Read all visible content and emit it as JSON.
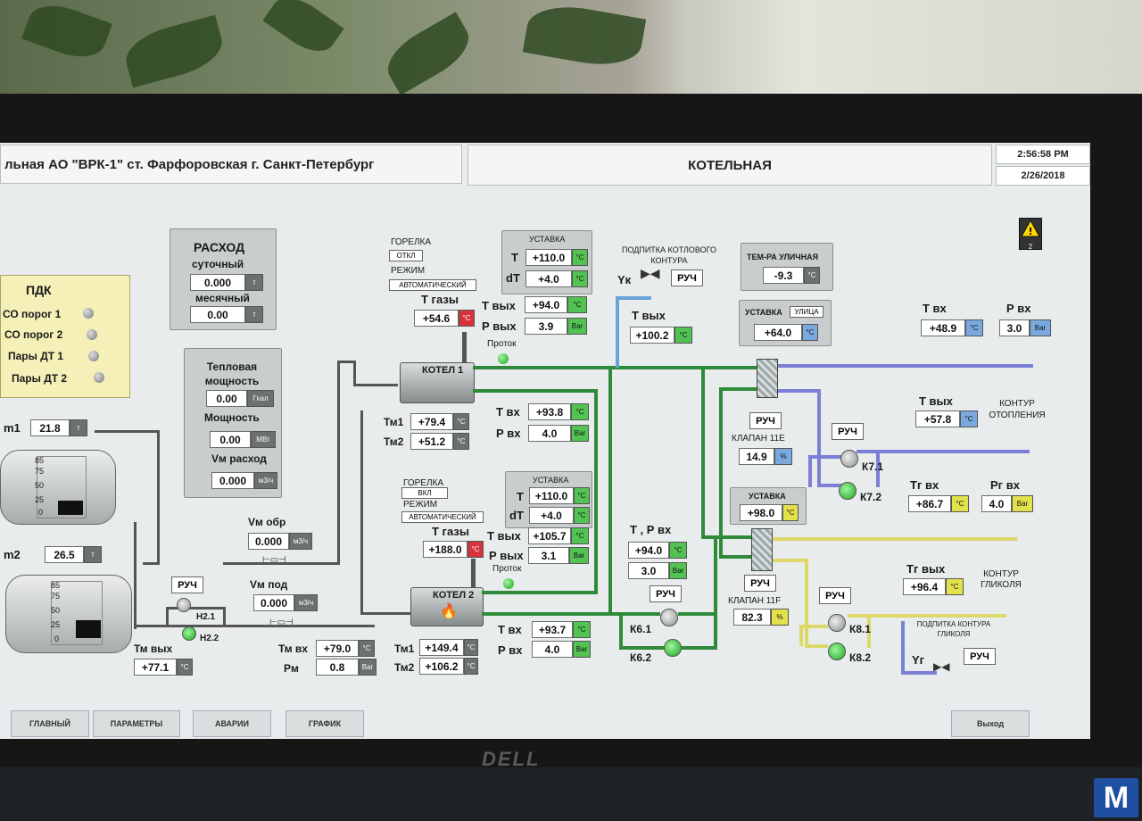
{
  "header": {
    "title_left": "льная АО \"ВРК-1\" ст. Фарфоровская г. Санкт-Петербург",
    "title_center": "КОТЕЛЬНАЯ",
    "time": "2:56:58 PM",
    "date": "2/26/2018",
    "alarm_count": "2"
  },
  "pdk": {
    "title": "ПДК",
    "items": [
      "СО порог 1",
      "СО порог 2",
      "Пары ДТ 1",
      "Пары ДТ 2"
    ]
  },
  "rashod": {
    "title": "РАСХОД",
    "sut_label": "суточный",
    "sut_value": "0.000",
    "sut_unit": "т",
    "mes_label": "месячный",
    "mes_value": "0.00",
    "mes_unit": "т"
  },
  "power": {
    "tep_label": "Тепловая мощность",
    "tep_value": "0.00",
    "tep_unit": "Гкал",
    "mosh_label": "Мощность",
    "mosh_value": "0.00",
    "mosh_unit": "МВт",
    "vm_label": "Vм расход",
    "vm_value": "0.000",
    "vm_unit": "м3/ч"
  },
  "tanks": {
    "m1_label": "m1",
    "m1_value": "21.8",
    "m1_unit": "т",
    "m2_label": "m2",
    "m2_value": "26.5",
    "m2_unit": "т",
    "scale": [
      "85",
      "75",
      "50",
      "25",
      "0"
    ]
  },
  "left_flow": {
    "vm_obr_label": "Vм обр",
    "vm_obr_value": "0.000",
    "vm_obr_unit": "м3/ч",
    "vm_pod_label": "Vм под",
    "vm_pod_value": "0.000",
    "vm_pod_unit": "м3/ч",
    "h21": "Н2.1",
    "h22": "Н2.2",
    "ruch": "РУЧ",
    "tm_vyh_label": "Тм вых",
    "tm_vyh_value": "+77.1",
    "tm_vyh_unit": "°C",
    "tm_vh_label": "Тм вх",
    "tm_vh_value": "+79.0",
    "tm_vh_unit": "°C",
    "pm_label": "Рм",
    "pm_value": "0.8",
    "pm_unit": "Bar"
  },
  "boiler1": {
    "gorelka_label": "ГОРЕЛКА",
    "gorelka_state": "откл",
    "rezhim_label": "РЕЖИМ",
    "rezhim_state": "автоматический",
    "t_gazy_label": "Т газы",
    "t_gazy_value": "+54.6",
    "t_gazy_unit": "°C",
    "protok_label": "Проток",
    "name": "КОТЕЛ 1",
    "tm1_label": "Тм1",
    "tm1_value": "+79.4",
    "tm1_unit": "°C",
    "tm2_label": "Тм2",
    "tm2_value": "+51.2",
    "tm2_unit": "°C",
    "ustavka_title": "УСТАВКА",
    "ust_t_label": "Т",
    "ust_t_value": "+110.0",
    "ust_t_unit": "°C",
    "ust_dt_label": "dT",
    "ust_dt_value": "+4.0",
    "ust_dt_unit": "°C",
    "t_vyh_label": "Т вых",
    "t_vyh_value": "+94.0",
    "t_vyh_unit": "°C",
    "p_vyh_label": "Р вых",
    "p_vyh_value": "3.9",
    "p_vyh_unit": "Bar",
    "t_vh_label": "Т вх",
    "t_vh_value": "+93.8",
    "t_vh_unit": "°C",
    "p_vh_label": "Р вх",
    "p_vh_value": "4.0",
    "p_vh_unit": "Bar"
  },
  "boiler2": {
    "gorelka_label": "ГОРЕЛКА",
    "gorelka_state": "вкл",
    "rezhim_label": "РЕЖИМ",
    "rezhim_state": "автоматический",
    "t_gazy_label": "Т газы",
    "t_gazy_value": "+188.0",
    "t_gazy_unit": "°C",
    "protok_label": "Проток",
    "name": "КОТЕЛ 2",
    "tm1_label": "Тм1",
    "tm1_value": "+149.4",
    "tm1_unit": "°C",
    "tm2_label": "Тм2",
    "tm2_value": "+106.2",
    "tm2_unit": "°C",
    "ustavka_title": "УСТАВКА",
    "ust_t_label": "Т",
    "ust_t_value": "+110.0",
    "ust_t_unit": "°C",
    "ust_dt_label": "dT",
    "ust_dt_value": "+4.0",
    "ust_dt_unit": "°C",
    "t_vyh_label": "Т вых",
    "t_vyh_value": "+105.7",
    "t_vyh_unit": "°C",
    "p_vyh_label": "Р вых",
    "p_vyh_value": "3.1",
    "p_vyh_unit": "Bar",
    "t_vh_label": "Т вх",
    "t_vh_value": "+93.7",
    "t_vh_unit": "°C",
    "p_vh_label": "Р вх",
    "p_vh_value": "4.0",
    "p_vh_unit": "Bar"
  },
  "podpitka_kotl": {
    "title": "ПОДПИТКА КОТЛОВОГО КОНТУРА",
    "yk": "Yк",
    "ruch": "РУЧ",
    "t_vyh_label": "Т вых",
    "t_vyh_value": "+100.2",
    "t_vyh_unit": "°C"
  },
  "outdoor": {
    "title": "ТЕМ-РА УЛИЧНАЯ",
    "value": "-9.3",
    "unit": "°C",
    "ust_title": "УСТАВКА",
    "ust_tag": "улица",
    "ust_value": "+64.0",
    "ust_unit": "°C"
  },
  "center": {
    "tp_label": "Т , Р вх",
    "tp_t_value": "+94.0",
    "tp_t_unit": "°C",
    "tp_p_value": "3.0",
    "tp_p_unit": "Bar",
    "ruch": "РУЧ",
    "k61": "К6.1",
    "k62": "К6.2"
  },
  "klapan11e": {
    "ruch": "РУЧ",
    "title": "КЛАПАН 11Е",
    "value": "14.9",
    "unit": "%",
    "ust_title": "УСТАВКА",
    "ust_value": "+98.0",
    "ust_unit": "°C"
  },
  "klapan11f": {
    "ruch": "РУЧ",
    "title": "КЛАПАН 11F",
    "value": "82.3",
    "unit": "%"
  },
  "heating": {
    "t_vh_label": "Т вх",
    "t_vh_value": "+48.9",
    "t_vh_unit": "°C",
    "p_vh_label": "Р вх",
    "p_vh_value": "3.0",
    "p_vh_unit": "Bar",
    "t_vyh_label": "Т вых",
    "t_vyh_value": "+57.8",
    "t_vyh_unit": "°C",
    "kontur_label": "КОНТУР ОТОПЛЕНИЯ",
    "ruch": "РУЧ",
    "k71": "К7.1",
    "k72": "К7.2"
  },
  "glycol": {
    "tg_vh_label": "Тг вх",
    "tg_vh_value": "+86.7",
    "tg_vh_unit": "°C",
    "pg_vh_label": "Рг вх",
    "pg_vh_value": "4.0",
    "pg_vh_unit": "Bar",
    "tg_vyh_label": "Тг вых",
    "tg_vyh_value": "+96.4",
    "tg_vyh_unit": "°C",
    "kontur_label": "КОНТУР ГЛИКОЛЯ",
    "ruch": "РУЧ",
    "k81": "К8.1",
    "k82": "К8.2",
    "podpitka_title": "ПОДПИТКА КОНТУРА ГЛИКОЛЯ",
    "yg": "Yг",
    "ruch2": "РУЧ"
  },
  "nav": {
    "main": "ГЛАВНЫЙ",
    "params": "ПАРАМЕТРЫ",
    "alarms": "АВАРИИ",
    "graph": "ГРАФИК",
    "exit": "Выход"
  },
  "monitor": {
    "brand": "DELL",
    "watermark": "M"
  },
  "colors": {
    "green_pipe": "#2f8a3a",
    "blue_pipe": "#7b7fd7",
    "yellow_pipe": "#dcd86a",
    "alarm_red": "#d8323a"
  }
}
